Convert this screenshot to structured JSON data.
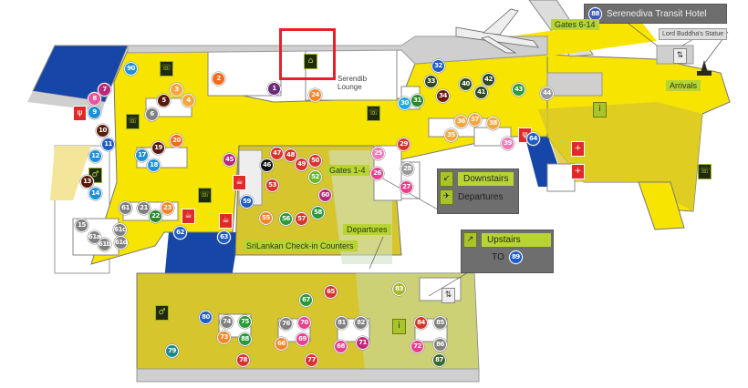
{
  "labels": {
    "hotel": "Serenediva Transit Hotel",
    "hotel_num": "88",
    "buddha": "Lord Buddha's Statue",
    "gates_6_14": "Gates 6-14",
    "arrivals": "Arrivals",
    "serendib": "Serendib Lounge",
    "gates_1_4": "Gates 1-4",
    "departures": "Departures",
    "checkin": "SriLankan Check-in Counters"
  },
  "legend_down": {
    "downstairs": "Downstairs",
    "departures": "Departures"
  },
  "legend_up": {
    "upstairs": "Upstairs",
    "to": "TO",
    "to_num": "89"
  },
  "colors": {
    "yellow": "#f7e400",
    "olive": "#d6c52c",
    "blue": "#1546a8",
    "highlight": "#e8202a",
    "label_bg": "#b8d432"
  },
  "badges": [
    "90",
    "7",
    "8",
    "9",
    "10",
    "11",
    "12",
    "13",
    "14",
    "3",
    "4",
    "5",
    "6",
    "17",
    "18",
    "19",
    "20",
    "45",
    "2",
    "61",
    "21",
    "22",
    "23",
    "15",
    "61a",
    "61b",
    "61c",
    "61d",
    "62",
    "63",
    "1",
    "24",
    "30",
    "31",
    "32",
    "33",
    "34",
    "40",
    "41",
    "42",
    "43",
    "44",
    "35",
    "36",
    "37",
    "38",
    "39",
    "64",
    "29",
    "25",
    "26",
    "28",
    "27",
    "47",
    "48",
    "49",
    "50",
    "46",
    "52",
    "53",
    "59",
    "55",
    "56",
    "57",
    "58",
    "60",
    "89",
    "80",
    "74",
    "75",
    "73",
    "88",
    "79",
    "78",
    "67",
    "65",
    "76",
    "70",
    "66",
    "69",
    "77",
    "81",
    "82",
    "68",
    "71",
    "83",
    "84",
    "85",
    "72",
    "86",
    "87"
  ]
}
